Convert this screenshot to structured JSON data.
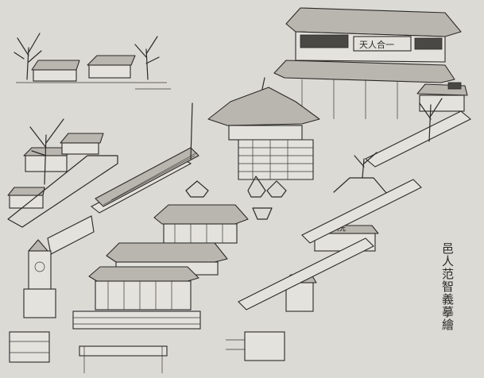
{
  "artwork": {
    "caption": "邑人范智義摹繪",
    "main_hall_plaque": "天人合一",
    "side_hall_plaque": "院"
  }
}
